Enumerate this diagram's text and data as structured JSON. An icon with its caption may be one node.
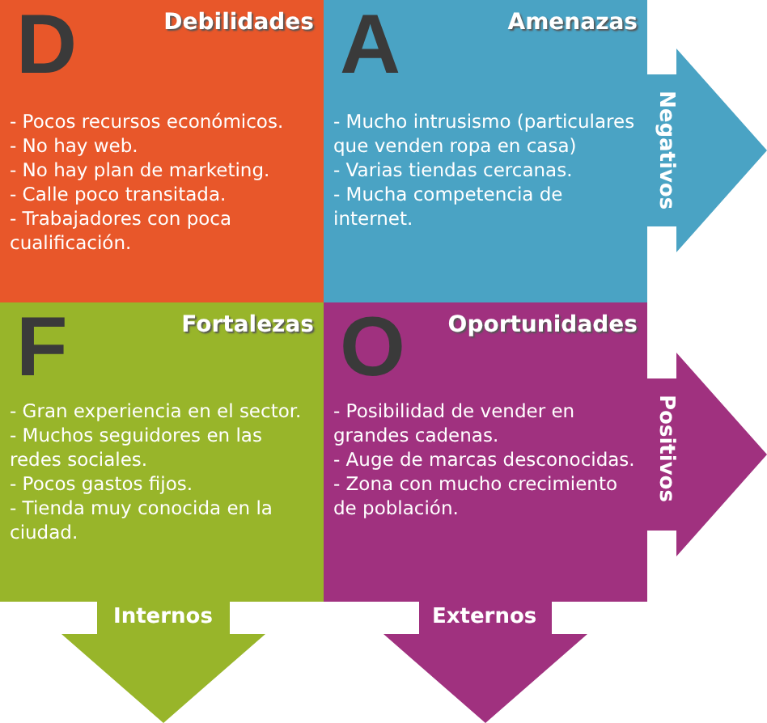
{
  "diagram": {
    "nodes": [
      {
        "text": [
          "D",
          "Debilidades",
          "- Pocos recursos económicos.",
          "- No hay web.",
          "- No hay plan de marketing.",
          "- Calle poco transitada.",
          "- Trabajadores con poca cualificación."
        ]
      },
      {
        "text": [
          "A",
          "Amenazas",
          "- Mucho intrusismo (particulares que venden ropa en casa)",
          "- Varias tiendas cercanas.",
          "- Mucha competencia de internet."
        ]
      },
      {
        "text": [
          "F",
          "Fortalezas",
          "- Gran experiencia en el sector.",
          "- Muchos seguidores en las redes sociales.",
          "- Pocos gastos fijos.",
          "- Tienda muy conocida en la ciudad."
        ]
      },
      {
        "text": [
          "O",
          "Oportunidades",
          "- Posibilidad de vender en grandes cadenas.",
          "- Auge de marcas desconocidas.",
          "- Zona con mucho crecimiento de población."
        ]
      },
      {
        "text": [
          "Negativos"
        ]
      },
      {
        "text": [
          "Positivos"
        ]
      },
      {
        "text": [
          "Internos"
        ]
      },
      {
        "text": [
          "Externos"
        ]
      }
    ],
    "edges": []
  }
}
